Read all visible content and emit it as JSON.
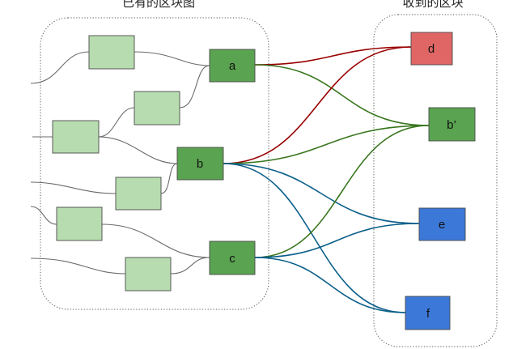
{
  "groups": {
    "existing": {
      "title": "已有的区块图"
    },
    "received": {
      "title": "收到的区块"
    }
  },
  "nodes": {
    "a": {
      "label": "a"
    },
    "b": {
      "label": "b"
    },
    "c": {
      "label": "c"
    },
    "d": {
      "label": "d"
    },
    "b_prime": {
      "label": "b’"
    },
    "e": {
      "label": "e"
    },
    "f": {
      "label": "f"
    }
  },
  "colors": {
    "light_green_block": "#b7dcb0",
    "dark_green_block": "#5aa350",
    "red_block": "#e06666",
    "blue_block": "#3c78d8",
    "red_link": "#990000",
    "green_link": "#38761d",
    "blue_link": "#0b5f8a"
  },
  "links": [
    {
      "from": "a",
      "to": "d",
      "color": "red_link"
    },
    {
      "from": "a",
      "to": "b’",
      "color": "green_link"
    },
    {
      "from": "b",
      "to": "d",
      "color": "red_link"
    },
    {
      "from": "b",
      "to": "b’",
      "color": "green_link"
    },
    {
      "from": "b",
      "to": "e",
      "color": "blue_link"
    },
    {
      "from": "b",
      "to": "f",
      "color": "blue_link"
    },
    {
      "from": "c",
      "to": "b’",
      "color": "green_link"
    },
    {
      "from": "c",
      "to": "e",
      "color": "blue_link"
    },
    {
      "from": "c",
      "to": "f",
      "color": "blue_link"
    }
  ]
}
